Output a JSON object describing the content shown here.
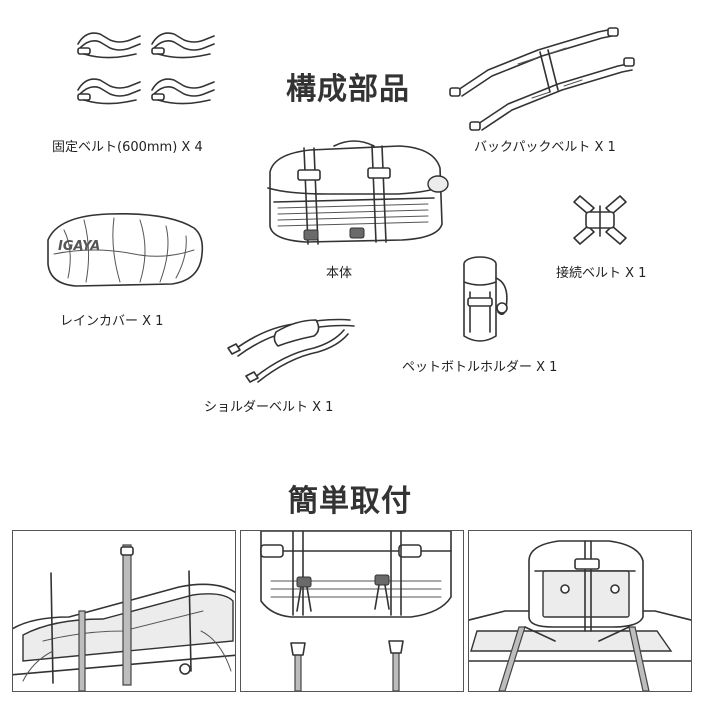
{
  "sections": {
    "components_title": "構成部品",
    "install_title": "簡単取付"
  },
  "items": {
    "fixing_belt": "固定ベルト(600mm) X 4",
    "backpack_belt": "バックパックベルト X 1",
    "main_body": "本体",
    "connection_belt": "接続ベルト X 1",
    "rain_cover": "レインカバー X 1",
    "bottle_holder": "ペットボトルホルダー X 1",
    "shoulder_belt": "ショルダーベルト X 1"
  },
  "rain_cover_brand": "IGAYA"
}
